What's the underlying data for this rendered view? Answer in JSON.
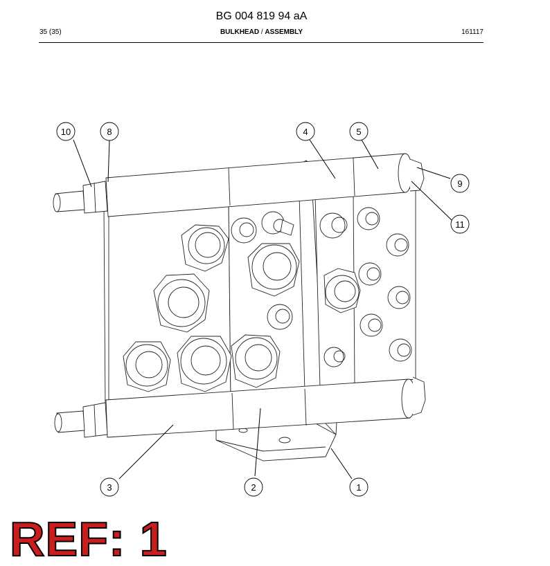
{
  "header": {
    "doc_number": "BG 004 819 94 aA",
    "page_count": "35 (35)",
    "title_main": "BULKHEAD",
    "title_sep": " / ",
    "title_sub": "ASSEMBLY",
    "doc_code": "161117"
  },
  "callouts": [
    {
      "label": "10"
    },
    {
      "label": "8"
    },
    {
      "label": "4"
    },
    {
      "label": "5"
    },
    {
      "label": "9"
    },
    {
      "label": "11"
    },
    {
      "label": "3"
    },
    {
      "label": "2"
    },
    {
      "label": "1"
    }
  ],
  "ref_banner": "REF: 1"
}
